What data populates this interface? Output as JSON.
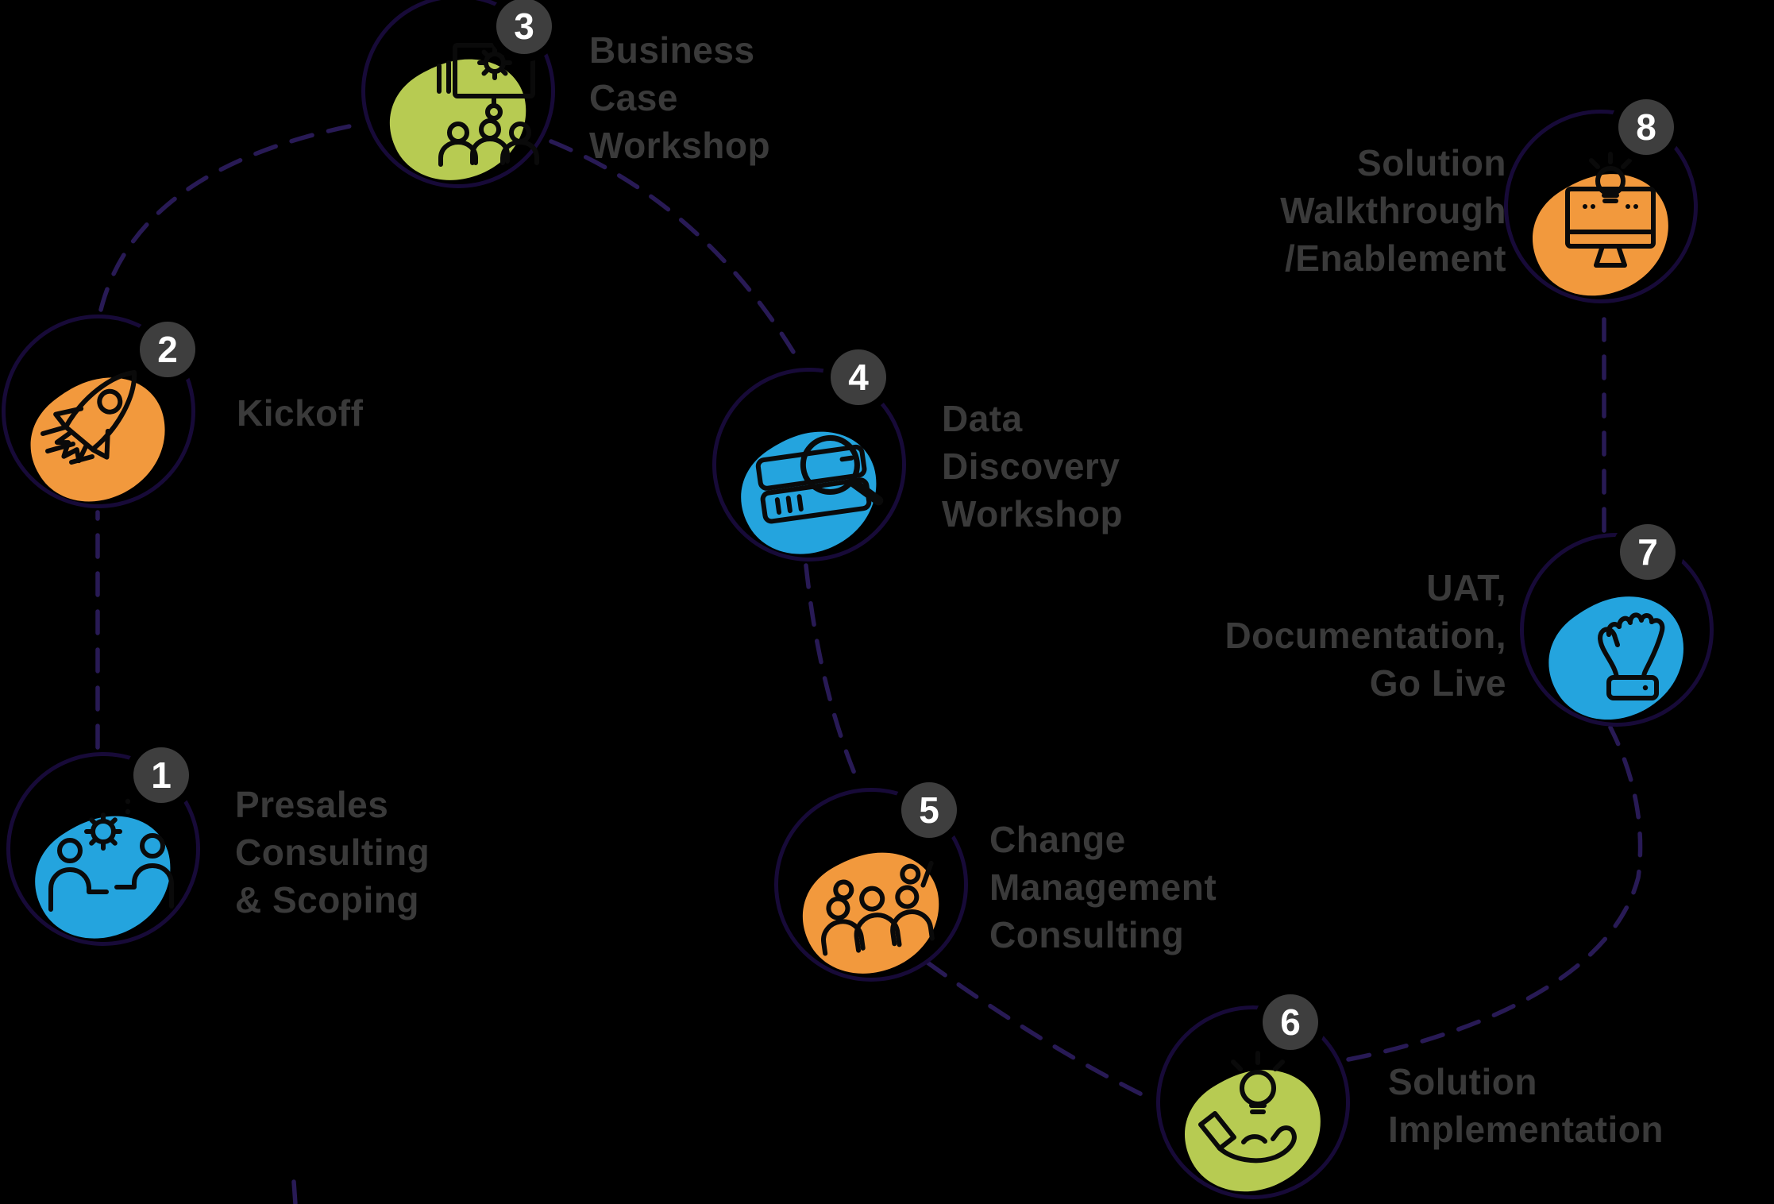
{
  "colors": {
    "background": "#000000",
    "blue": "#24A4DE",
    "orange": "#F2993D",
    "green": "#B7CB52",
    "ring": "#170A38",
    "connector": "#281A55",
    "badge_bg": "#3E3E3E",
    "badge_text": "#FFFFFF",
    "label_text": "#3A3A3A",
    "icon_stroke": "#0A0A0A"
  },
  "steps": [
    {
      "number": "1",
      "label": "Presales\nConsulting\n& Scoping",
      "color": "blue",
      "icon": "consulting-people-gear-icon"
    },
    {
      "number": "2",
      "label": "Kickoff",
      "color": "orange",
      "icon": "rocket-icon"
    },
    {
      "number": "3",
      "label": "Business\nCase\nWorkshop",
      "color": "green",
      "icon": "presentation-audience-icon"
    },
    {
      "number": "4",
      "label": "Data\nDiscovery\nWorkshop",
      "color": "blue",
      "icon": "server-magnifier-icon"
    },
    {
      "number": "5",
      "label": "Change\nManagement\nConsulting",
      "color": "orange",
      "icon": "people-group-icon"
    },
    {
      "number": "6",
      "label": "Solution\nImplementation",
      "color": "green",
      "icon": "hand-lightbulb-icon"
    },
    {
      "number": "7",
      "label": "UAT,\nDocumentation,\nGo Live",
      "color": "blue",
      "icon": "raised-hand-icon"
    },
    {
      "number": "8",
      "label": "Solution\nWalkthrough\n/Enablement",
      "color": "orange",
      "icon": "monitor-lightbulb-icon"
    }
  ]
}
